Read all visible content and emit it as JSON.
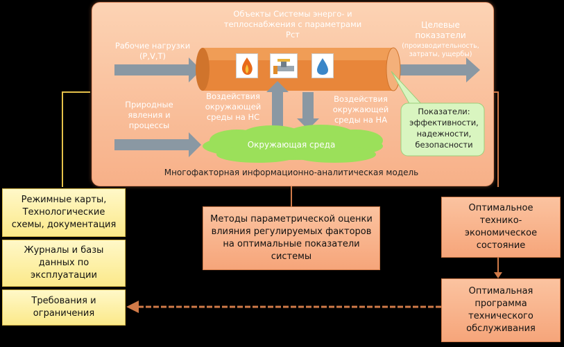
{
  "panel": {
    "top_title": "Объекты Системы энерго- и\nтеплоснабжения с параметрами  Pст",
    "work_loads": "Рабочие нагрузки\n(P,V,T)",
    "target_title": "Целевые\nпоказатели",
    "target_sub": "(производительность,\nзатраты, ущербы)",
    "nature": "Природные\nявления и\nпроцессы",
    "env_ns": "Воздействия\nокружающей\nсреды на НС",
    "env_na": "Воздействия\nокружающей\nсреды на НА",
    "environment": "Окружающая среда",
    "indicators": "Показатели:\nэффективности,\nнадежности,\nбезопасности",
    "model_title": "Многофакторная  информационно-аналитическая  модель"
  },
  "icons": [
    "flame-icon",
    "valve-icon",
    "water-drop-icon"
  ],
  "left_boxes": [
    "Режимные карты,\nТехнологические\nсхемы, документация",
    "Журналы и базы\nданных по\nэксплуатации",
    "Требования и\nограничения"
  ],
  "center_box": "Методы параметрической оценки\nвлияния регулируемых факторов\nна  оптимальные показатели\nсистемы",
  "right_boxes": [
    "Оптимальное\nтехнико-\nэкономическое\nсостояние",
    "Оптимальная\nпрограмма\nтехнического\nобслуживания"
  ],
  "colors": {
    "panel": "#f9bf98",
    "pipe": "#e8863a",
    "cloud": "#9be05a",
    "yellow_box": "#fbe98a",
    "orange_box": "#f6a57a",
    "arrow": "#8a98a3"
  }
}
